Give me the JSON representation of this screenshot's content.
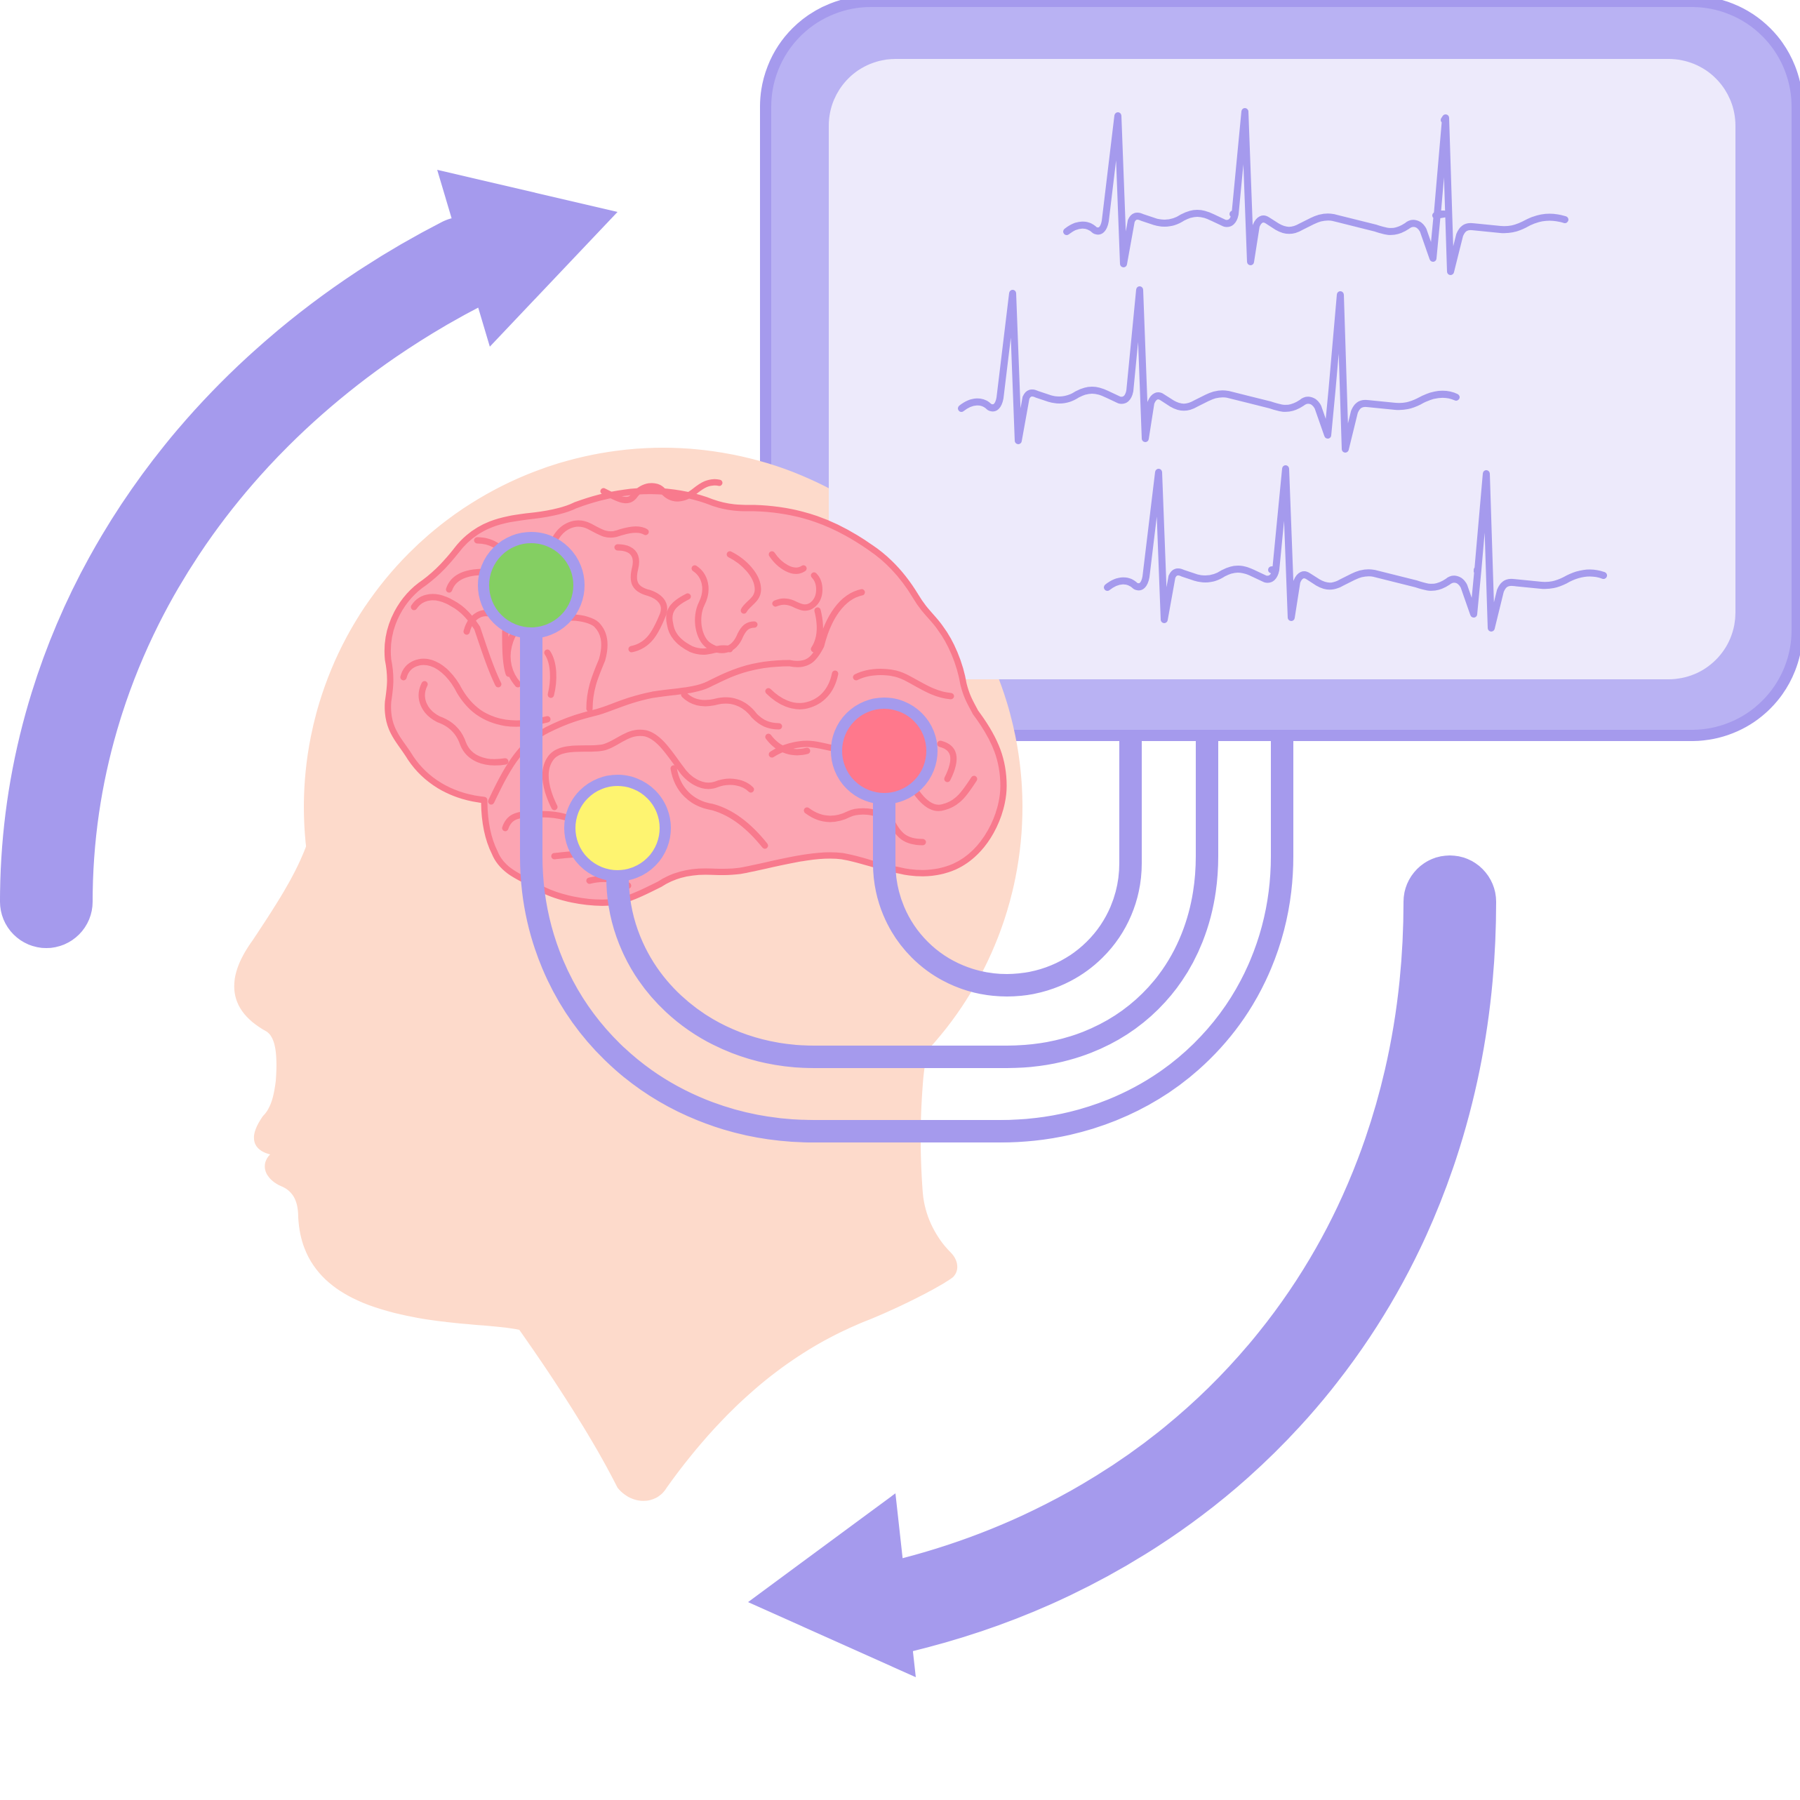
{
  "colors": {
    "background": "#ffffff",
    "accent": "#a59aed",
    "monitor_frame": "#b9b2f3",
    "monitor_screen": "#edeafb",
    "skin": "#fddacb",
    "brain_fill": "#fca5b2",
    "brain_outline": "#f87a8d",
    "electrode_green": "#84cf62",
    "electrode_yellow": "#fef470",
    "electrode_red": "#ff788c"
  },
  "icons": {
    "feedback_arrow_top": "curved-arrow-up-right-icon",
    "feedback_arrow_bottom": "curved-arrow-down-left-icon",
    "monitor": "monitor-icon",
    "head": "head-profile-icon",
    "brain": "brain-icon",
    "electrode": "electrode-icon"
  },
  "monitor": {
    "signal_traces": 3
  },
  "electrodes": [
    {
      "name": "electrode-green",
      "color": "#84cf62"
    },
    {
      "name": "electrode-yellow",
      "color": "#fef470"
    },
    {
      "name": "electrode-red",
      "color": "#ff788c"
    }
  ]
}
